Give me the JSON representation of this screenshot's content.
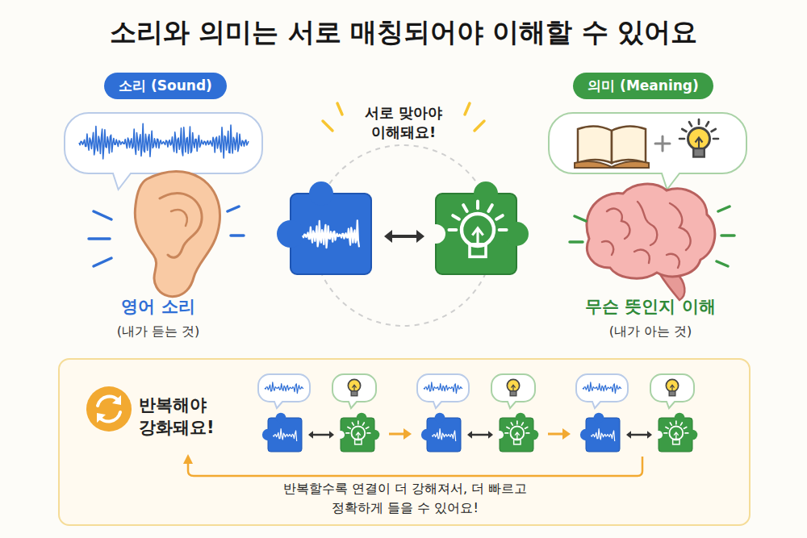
{
  "diagram": {
    "title": "소리와 의미는 서로 매칭되어야 이해할 수 있어요",
    "nodes": [
      {
        "text": [
          "소리 (Sound)"
        ]
      },
      {
        "text": [
          "의미 (Meaning)"
        ]
      },
      {
        "text": [
          "반복해야 강화돼요!",
          "반복할수록 연결이 더 강해져서, 더 빠르고 정확하게 들을 수 있어요!"
        ]
      }
    ],
    "labels": [
      "서로 맞아야 이해돼요!",
      "영어 소리",
      "(내가 듣는 것)",
      "무슨 뜻인지 이해",
      "(내가 아는 것)"
    ]
  }
}
